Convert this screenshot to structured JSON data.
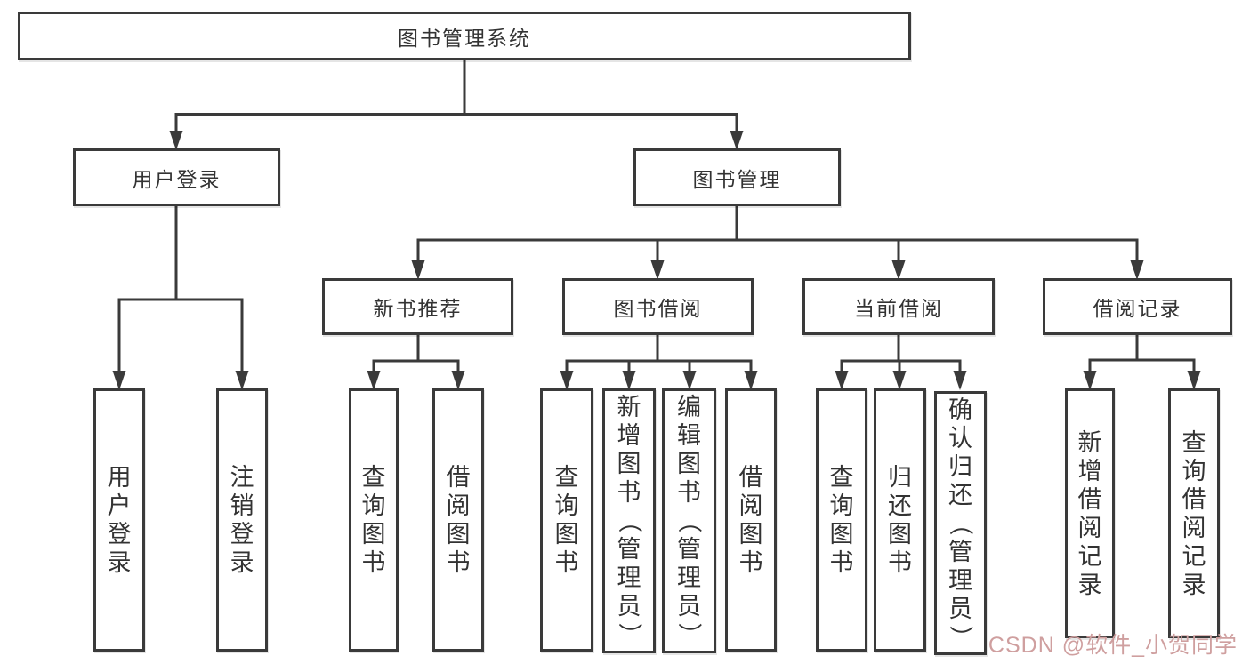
{
  "colors": {
    "line": "#3a3a3a",
    "text": "#333333",
    "watermark": "#cf9f9f"
  },
  "tree": {
    "root": {
      "label": "图书管理系统"
    },
    "branches": [
      {
        "label": "用户登录",
        "children": [
          {
            "label": "用户登录"
          },
          {
            "label": "注销登录"
          }
        ]
      },
      {
        "label": "图书管理",
        "sections": [
          {
            "label": "新书推荐",
            "children": [
              {
                "label": "查询图书"
              },
              {
                "label": "借阅图书"
              }
            ]
          },
          {
            "label": "图书借阅",
            "children": [
              {
                "label": "查询图书"
              },
              {
                "label": "新增图书（管理员）"
              },
              {
                "label": "编辑图书（管理员）"
              },
              {
                "label": "借阅图书"
              }
            ]
          },
          {
            "label": "当前借阅",
            "children": [
              {
                "label": "查询图书"
              },
              {
                "label": "归还图书"
              },
              {
                "label": "确认归还（管理员）"
              }
            ]
          },
          {
            "label": "借阅记录",
            "children": [
              {
                "label": "新增借阅记录"
              },
              {
                "label": "查询借阅记录"
              }
            ]
          }
        ]
      }
    ]
  },
  "watermark": {
    "text": "CSDN @软件_小贺同学"
  }
}
